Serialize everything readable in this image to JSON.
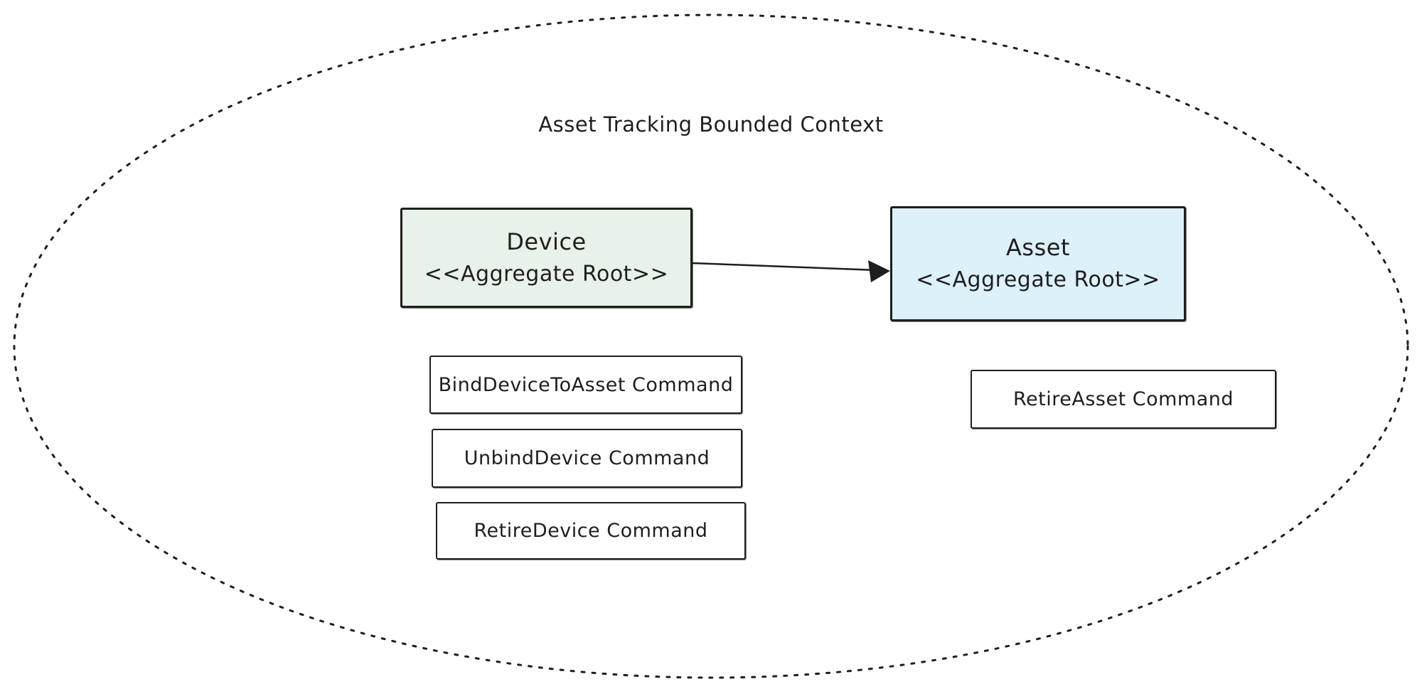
{
  "diagram": {
    "title": "Asset Tracking Bounded Context",
    "boundary": {
      "shape": "dotted-ellipse",
      "label": "Asset Tracking Bounded Context"
    },
    "aggregates": [
      {
        "name": "Device",
        "stereotype": "<<Aggregate Root>>",
        "fill": "#e8f2e8"
      },
      {
        "name": "Asset",
        "stereotype": "<<Aggregate Root>>",
        "fill": "#ddf1fa"
      }
    ],
    "relations": [
      {
        "from": "Device",
        "to": "Asset",
        "type": "arrow"
      }
    ],
    "commands": [
      {
        "label": "BindDeviceToAsset Command",
        "attached_to": "Device"
      },
      {
        "label": "UnbindDevice Command",
        "attached_to": "Device"
      },
      {
        "label": "RetireDevice Command",
        "attached_to": "Device"
      },
      {
        "label": "RetireAsset Command",
        "attached_to": "Asset"
      }
    ],
    "colors": {
      "background": "#ffffff",
      "stroke": "#1e1e1e",
      "device_fill": "#e8f2e8",
      "asset_fill": "#ddf1fa",
      "command_fill": "#ffffff"
    }
  }
}
